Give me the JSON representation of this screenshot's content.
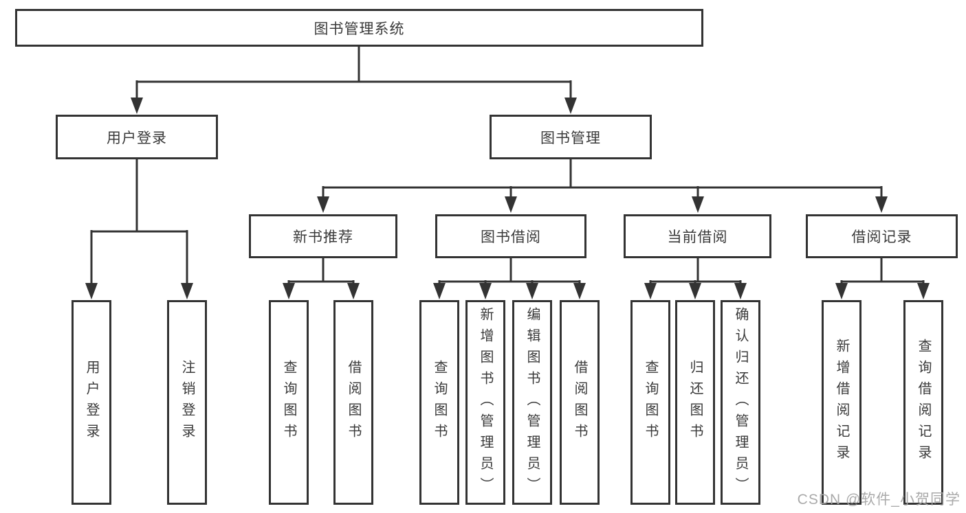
{
  "root": {
    "label": "图书管理系统"
  },
  "branches": {
    "user_login": {
      "label": "用户登录",
      "children": [
        {
          "label": "用户登录"
        },
        {
          "label": "注销登录"
        }
      ]
    },
    "book_management": {
      "label": "图书管理",
      "children": [
        {
          "label": "新书推荐",
          "children": [
            {
              "label": "查询图书"
            },
            {
              "label": "借阅图书"
            }
          ]
        },
        {
          "label": "图书借阅",
          "children": [
            {
              "label": "查询图书"
            },
            {
              "label": "新增图书（管理员）"
            },
            {
              "label": "编辑图书（管理员）"
            },
            {
              "label": "借阅图书"
            }
          ]
        },
        {
          "label": "当前借阅",
          "children": [
            {
              "label": "查询图书"
            },
            {
              "label": "归还图书"
            },
            {
              "label": "确认归还（管理员）"
            }
          ]
        },
        {
          "label": "借阅记录",
          "children": [
            {
              "label": "新增借阅记录"
            },
            {
              "label": "查询借阅记录"
            }
          ]
        }
      ]
    }
  },
  "watermark": "CSDN @软件_小贺同学",
  "colors": {
    "line": "#333333",
    "box_border": "#333333",
    "text": "#3a3a3a",
    "watermark": "#a5a5a5",
    "background": "#ffffff"
  }
}
